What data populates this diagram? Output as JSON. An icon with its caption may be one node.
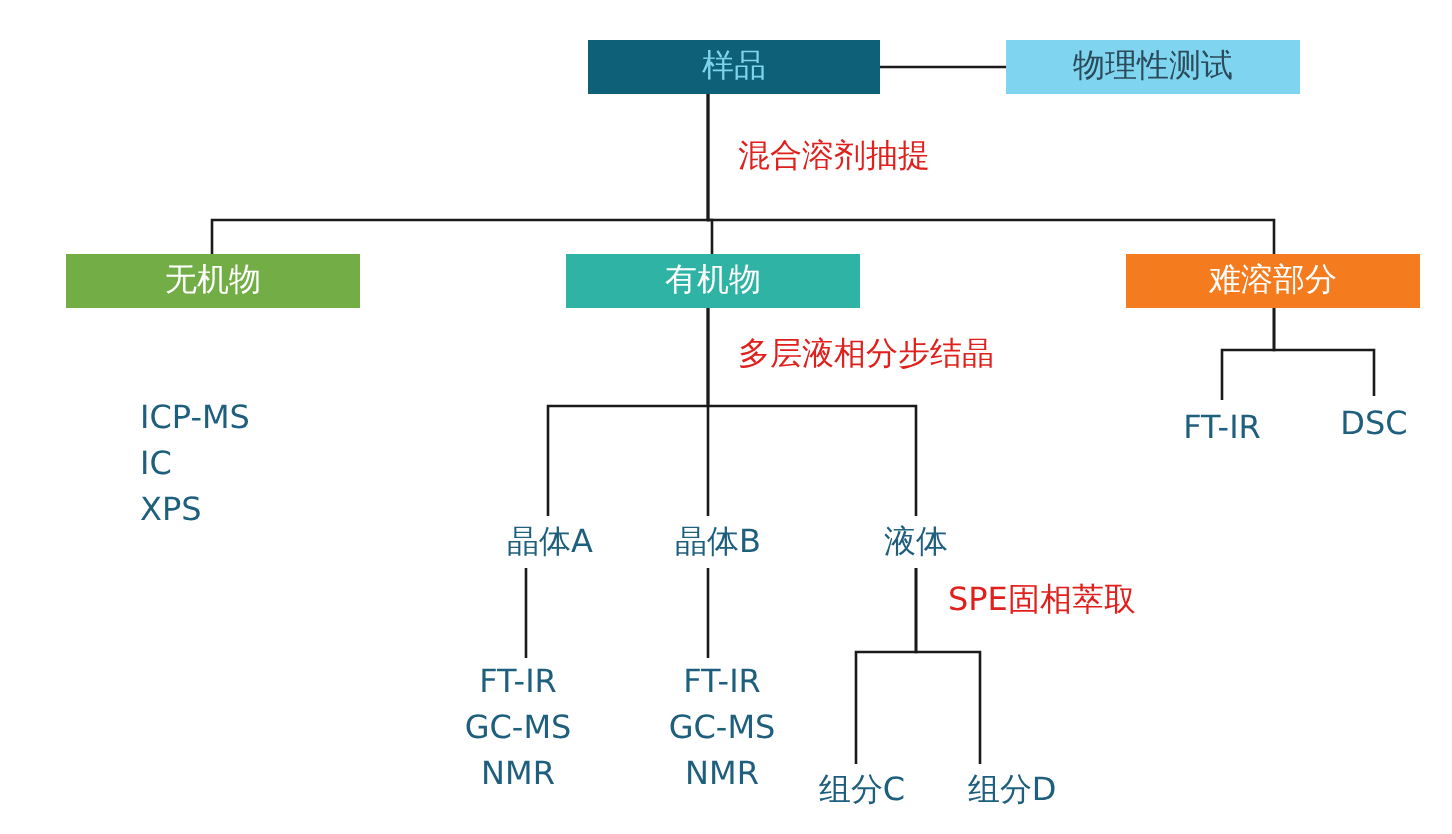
{
  "diagram": {
    "nodes": [
      {
        "text": [
          "样品"
        ]
      },
      {
        "text": [
          "物理性测试"
        ]
      },
      {
        "text": [
          "无机物"
        ]
      },
      {
        "text": [
          "有机物"
        ]
      },
      {
        "text": [
          "难溶部分"
        ]
      },
      {
        "text": [
          "FT-IR"
        ]
      },
      {
        "text": [
          "DSC"
        ]
      },
      {
        "text": [
          "晶体A"
        ]
      },
      {
        "text": [
          "晶体B"
        ]
      },
      {
        "text": [
          "液体"
        ]
      },
      {
        "text": [
          "FT-IR",
          "GC-MS",
          "NMR"
        ]
      },
      {
        "text": [
          "FT-IR",
          "GC-MS",
          "NMR"
        ]
      },
      {
        "text": [
          "组分C"
        ]
      },
      {
        "text": [
          "组分D"
        ]
      }
    ],
    "edges": [
      {
        "from": 0,
        "to": 1,
        "arrow": "none"
      },
      {
        "from": 0,
        "to": 2,
        "arrow": "none"
      },
      {
        "from": 0,
        "to": 3,
        "arrow": "none",
        "label": "混合溶剂抽提"
      },
      {
        "from": 0,
        "to": 4,
        "arrow": "none"
      },
      {
        "from": 4,
        "to": 5,
        "arrow": "none"
      },
      {
        "from": 4,
        "to": 6,
        "arrow": "none"
      },
      {
        "from": 3,
        "to": 7,
        "arrow": "none"
      },
      {
        "from": 3,
        "to": 8,
        "arrow": "none",
        "label": "多层液相分步结晶"
      },
      {
        "from": 3,
        "to": 9,
        "arrow": "none"
      },
      {
        "from": 7,
        "to": 10,
        "arrow": "none"
      },
      {
        "from": 8,
        "to": 11,
        "arrow": "none"
      },
      {
        "from": 9,
        "to": 12,
        "arrow": "none",
        "label": "SPE固相萃取"
      },
      {
        "from": 9,
        "to": 13,
        "arrow": "none"
      }
    ],
    "labels": [
      "ICP-MS",
      "IC",
      "XPS"
    ]
  }
}
